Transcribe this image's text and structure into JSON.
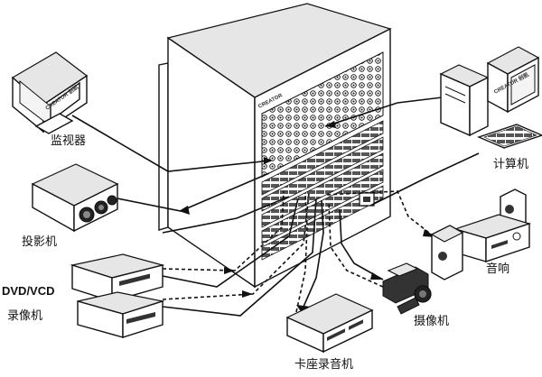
{
  "matrix": {
    "brand": "CREATOR"
  },
  "devices": {
    "monitor": {
      "label": "监视器",
      "brand": "CREATOR 创凯"
    },
    "projector": {
      "label": "投影机"
    },
    "dvd": {
      "label": "DVD/VCD"
    },
    "vcr": {
      "label": "录像机"
    },
    "computer": {
      "label": "计算机",
      "brand": "CREATOR 创凯"
    },
    "audio": {
      "label": "音响"
    },
    "camcorder": {
      "label": "摄像机"
    },
    "cassette": {
      "label": "卡座录音机"
    }
  }
}
